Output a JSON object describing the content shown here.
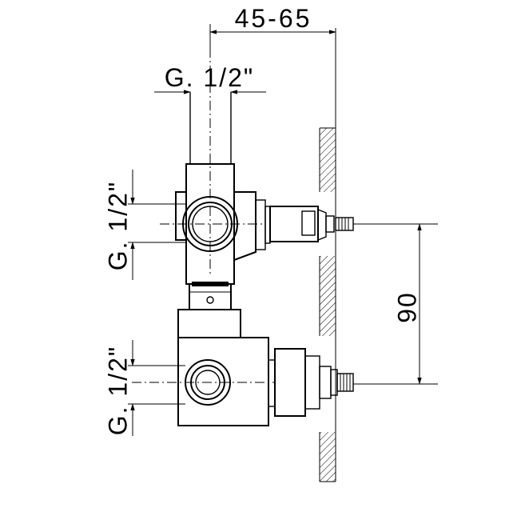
{
  "dimensions": {
    "depth_range": "45-65",
    "pipe_thread_top": "G. 1/2\"",
    "thread_upper_side": "G. 1/2\"",
    "thread_lower_side": "G. 1/2\"",
    "axis_spacing": "90"
  },
  "colors": {
    "line": "#000000",
    "background": "#ffffff"
  }
}
